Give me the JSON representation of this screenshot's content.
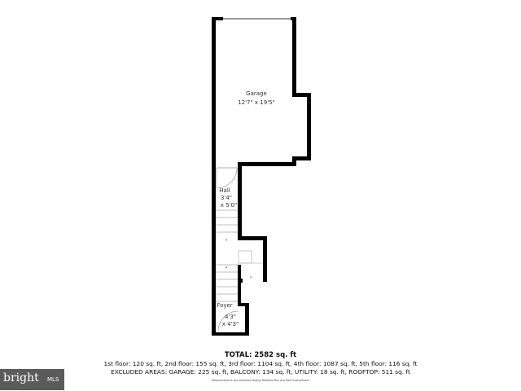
{
  "rooms": {
    "garage": {
      "name": "Garage",
      "size": "12'7\" x 19'5\""
    },
    "hall": {
      "name": "Hall",
      "size_line1": "3'4\"",
      "size_line2": "x 5'0\""
    },
    "foyer": {
      "name": "Foyer",
      "size_line1": "4'3\"",
      "size_line2": "x 4'3\""
    }
  },
  "summary": {
    "total": "TOTAL: 2582 sq. ft",
    "floors": "1st floor: 120 sq. ft, 2nd floor: 155 sq. ft, 3rd floor: 1104 sq. ft, 4th floor: 1087 sq. ft, 5th floor: 116 sq. ft",
    "excluded": "EXCLUDED AREAS: GARAGE: 225 sq. ft, BALCONY: 134 sq. ft, UTILITY: 18 sq. ft, ROOFTOP: 511 sq. ft",
    "disclaimer": "Measurements Are Deemed Highly Reliable But Are Not Guaranteed."
  },
  "logo": {
    "word": "bright",
    "suffix": "MLS"
  },
  "colors": {
    "wall": "#000000",
    "logo_bg": "#5b5b5b"
  }
}
